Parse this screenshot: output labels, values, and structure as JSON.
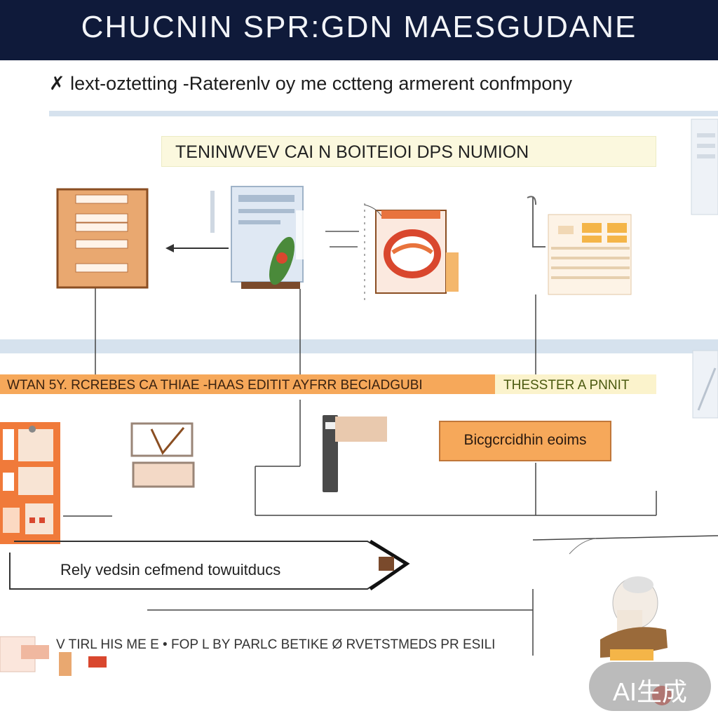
{
  "header": {
    "title": "CHUCNIN SPR:GDN MAESGUDANE"
  },
  "subtitle": "✗ lext-oztetting -Raterenlv oy me cctteng armerent confmpony",
  "section1": {
    "label": "TENINWVEV CAI N BOITEIOI DPS NUMION"
  },
  "band2": {
    "left": "WTAN 5Y. RCREBES CA THIAE -HAAS EDITIT AYFRR BECIADGUBI",
    "right": "THESSTER A PNNIT"
  },
  "process_box": {
    "label": "Bicgcrcidhin eoims"
  },
  "flow": {
    "label": "Rely vedsin cefmend towuitducs"
  },
  "footer": {
    "text": "V TIRL HIS ME  E • FOP L BY PARLC BETIKE  Ø  RVETSTMEDS PR ESILI"
  },
  "badge": {
    "label": "AI生成"
  },
  "colors": {
    "header_bg": "#0f1a3a",
    "orange": "#f6a85a",
    "tan": "#e9a870",
    "light_blue": "#d6e2ee"
  },
  "icons": [
    "form-document-icon",
    "clipboard-plant-icon",
    "pie-chart-card-icon",
    "spreadsheet-icon",
    "dashboard-grid-icon",
    "chart-card-icon",
    "bracket-tool-icon",
    "stamp-icon"
  ]
}
